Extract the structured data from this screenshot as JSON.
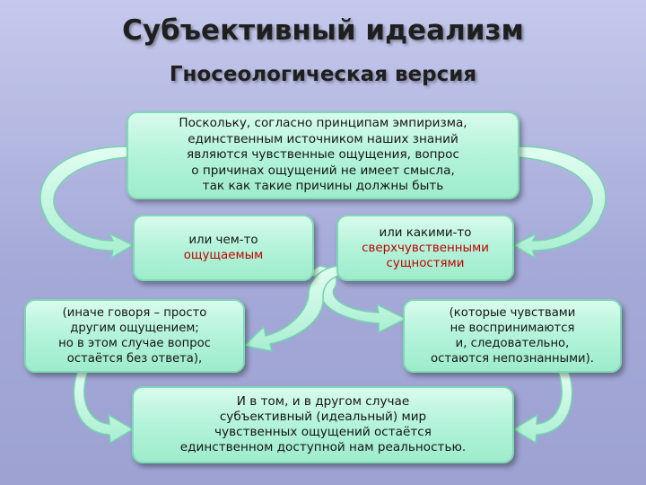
{
  "title": "Субъективный идеализм",
  "subtitle": "Гносеологическая версия",
  "boxes": {
    "top": [
      "Поскольку, согласно принципам эмпиризма,",
      "единственным источником наших знаний",
      "являются чувственные ощущения, вопрос",
      "о причинах ощущений не имеет смысла,",
      "так как такие причины должны быть"
    ],
    "left_option": [
      "или чем-то",
      "ощущаемым"
    ],
    "right_option": [
      "или какими-то",
      "сверхчувственными",
      "сущностями"
    ],
    "left_note": [
      "(иначе говоря – просто",
      "другим ощущением;",
      "но в этом случае вопрос",
      "остаётся без ответа),"
    ],
    "right_note": [
      "(которые чувствами",
      "не воспринимаются",
      "и, следовательно,",
      "остаются непознанными)."
    ],
    "bottom": [
      "И в том, и в другом случае",
      "субъективный (идеальный) мир",
      "чувственных ощущений остаётся",
      "единственном доступной нам реальностью."
    ]
  },
  "colors": {
    "box_fill": "#b3f3da",
    "box_border": "#7dd8b4",
    "arrow_fill": "#c8f9e4",
    "highlight": "#c00000",
    "background": "#a4a9d8"
  },
  "icons": [
    "curved-arrow-icon"
  ]
}
